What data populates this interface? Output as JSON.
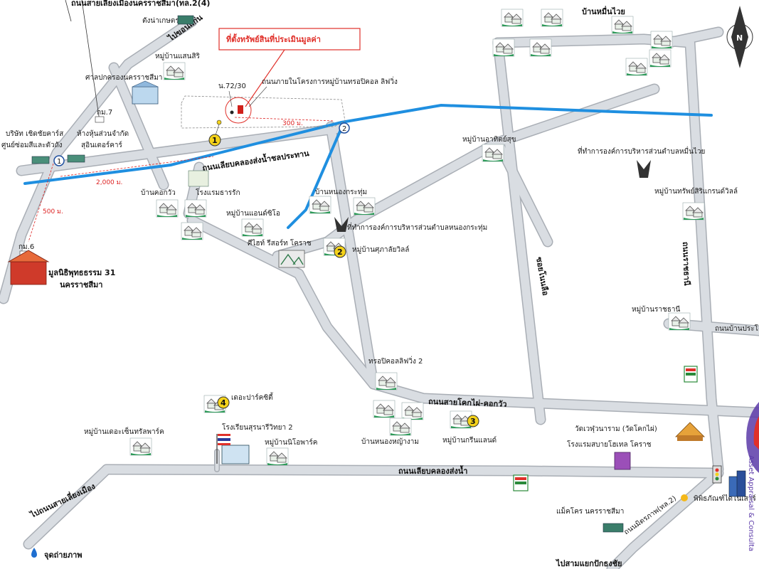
{
  "labels": {
    "top_road": "ถนนสายเลี่ยงเมืองนครราชสีมา(ทล.2(4)",
    "to_khonkaen": "ไปขอนแก่น",
    "callout": "ที่ตั้งทรัพย์สินที่ประเมินมูลค่า",
    "plot_no": "น.72/30",
    "project_road": "ถนนภายในโครงการหมู่บ้านทรอปิคอล ลิฟวิ่ง",
    "dist_300": "300 ม.",
    "dist_2000": "2,000 ม.",
    "dist_500": "500 ม.",
    "canal_road_top": "ถนนเลียบคลองส่งน้ำชลประทาน",
    "canal_road_bottom": "ถนนเลียบคลองส่งน้ำ",
    "village_muenwai": "บ้านหมื่นไวย",
    "p_kaset": "ตังน่าเกษตร",
    "p_saensiri": "หมู่บ้านแสนสิริ",
    "p_court": "ศาลปกครองนครราชสีมา",
    "p_km7": "กม.7",
    "p_company1": "บริษัท เชิดชัยคาร์ส",
    "p_company2": "ศูนย์ซ่อมสีและตัวถัง",
    "p_toyota1": "ห้างหุ้นส่วนจำกัด",
    "p_toyota2": "สุอินเตอร์คาร์",
    "p_ban_khok": "บ้านคอกวัว",
    "p_rongraem": "โรงแรมธารรัก",
    "p_victoria": "หมู่บ้านแอนด์ซิโอ",
    "p_resort": "ศีไฮท์ รีสอร์ท โคราช",
    "p_ban_nong": "บ้านหนองกระทุ่ม",
    "p_obt_nong": "ที่ทำการองค์การบริหารส่วนตำบลหนองกระทุ่ม",
    "p_supalai": "หมู่บ้านศุภาลัยวิลล์",
    "p_km6": "กม.6",
    "p_foundation1": "มูลนิธิพุทธธรรม 31",
    "p_foundation2": "นครราชสีมา",
    "p_ban_ar": "หมู่บ้านอาทิตย์สุข",
    "p_obt_muenwai": "ที่ทำการองค์การบริหารส่วนตำบลหมื่นไวย",
    "p_siri_grand": "หมู่บ้านทรัพย์สิริแกรนด์วิลล์",
    "p_soi_khok": "ซอยโนนลือ",
    "road_ratchathani": "ถนนราชธานี",
    "p_ratchathani": "หมู่บ้านราชธานี",
    "p_ban_prachote": "ถนนบ้านประโคน",
    "p_tropical2": "ทรอปิคอลลิฟวิ่ง 2",
    "road_khok": "ถนนสายโคกไผ่-คอกวัว",
    "p_parkcity": "เดอะปาร์คซิตี้",
    "p_sen": "หมู่บ้านเดอะเซ็นทรัลพาร์ค",
    "p_school": "โรงเรียนสุรนารีวิทยา 2",
    "p_nico": "หมู่บ้านนิโอพาร์ค",
    "p_ban_nongyai": "บ้านหนองหญ้างาม",
    "p_green": "หมู่บ้านกรีนแลนด์",
    "p_temple": "วัดเวฬุวนาราม (วัดโคกไผ่)",
    "p_hotel": "โรงแรมสบายโฮเทล โคราช",
    "to_south": "ไปถนนสายเลี่ยงเมือง",
    "p_makro": "แม็คโคร นครราชสีมา",
    "road_mittraphap": "ถนนมิตรภาพ(ทล.2)",
    "p_museum": "พิพิธภัณฑ์ไดโนเสาร์",
    "to_pakchong": "ไปสามแยกปักธงชัย",
    "logo_text": "Asset Appraisal & Consulta",
    "legend_photo": "จุดถ่ายภาพ",
    "photo_1": "1",
    "photo_2": "2",
    "photo_3": "3",
    "photo_4": "4",
    "route_1": "1",
    "route_2": "2",
    "north": "N"
  },
  "colors": {
    "canal": "#1f8fe0",
    "road": "#d9dde2",
    "road_edge": "#a9aeb5",
    "callout": "#e0302a",
    "photo_point": "#f4d21a",
    "village_icon": "#2f9a5a"
  },
  "icons": {
    "compass": "north-arrow-icon",
    "village": "house-cluster-icon",
    "government": "garuda-emblem-icon",
    "store": "seven-eleven-icon",
    "temple": "temple-icon",
    "school": "school-flag-icon",
    "hotel": "hotel-building-icon",
    "traffic": "traffic-light-icon",
    "camera": "camera-drop-icon"
  }
}
